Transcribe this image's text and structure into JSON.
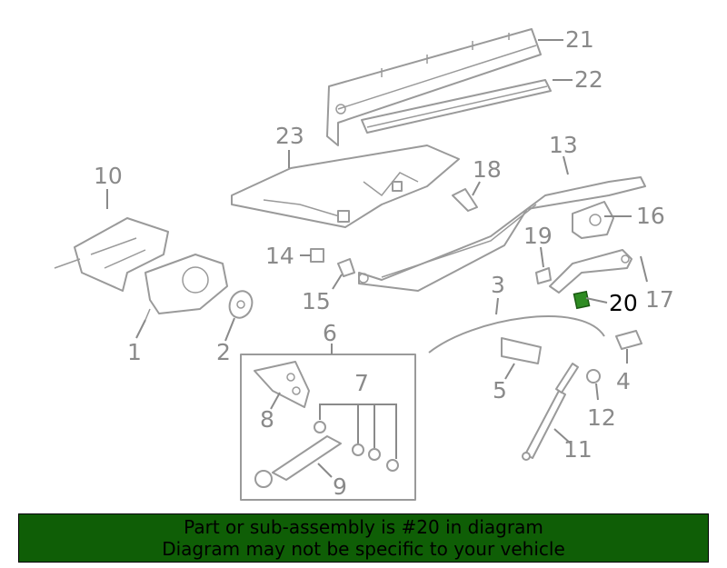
{
  "colors": {
    "banner_bg": "#0f5e06",
    "highlight_part": "#2e8b22",
    "line_gray": "#9a9a9a"
  },
  "labels": {
    "p1": "1",
    "p2": "2",
    "p3": "3",
    "p4": "4",
    "p5": "5",
    "p6": "6",
    "p7": "7",
    "p8": "8",
    "p9": "9",
    "p10": "10",
    "p11": "11",
    "p12": "12",
    "p13": "13",
    "p14": "14",
    "p15": "15",
    "p16": "16",
    "p17": "17",
    "p18": "18",
    "p19": "19",
    "p20": "20",
    "p21": "21",
    "p22": "22",
    "p23": "23"
  },
  "banner": {
    "line1": "Part or sub-assembly is #20 in diagram",
    "line2": "Diagram may not be specific to your vehicle"
  }
}
